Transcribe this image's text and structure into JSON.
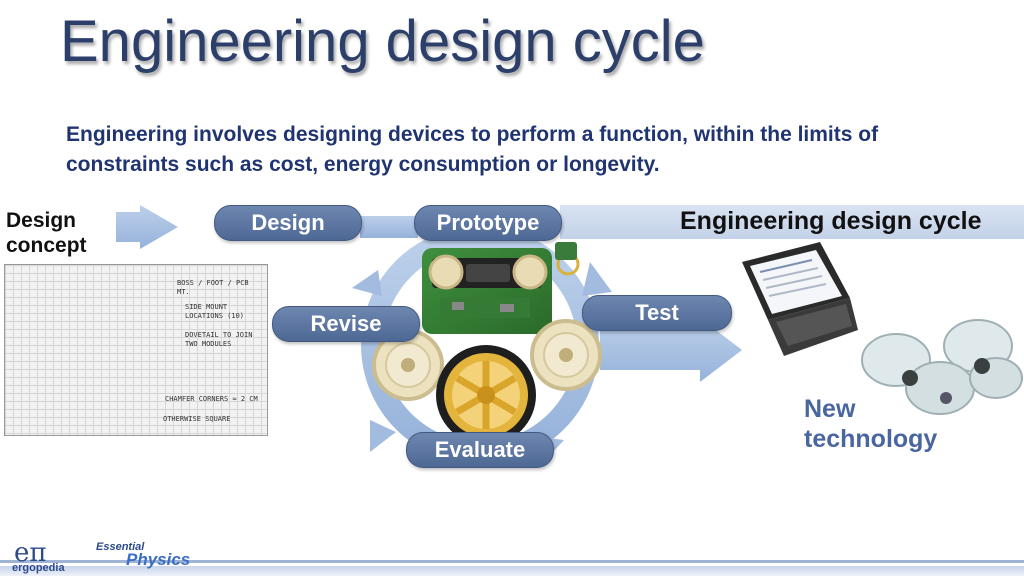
{
  "title": "Engineering design cycle",
  "subtitle": "Engineering involves designing devices to perform a function, within the limits of constraints such as cost, energy consumption or longevity.",
  "design_concept": {
    "line1": "Design",
    "line2": "concept"
  },
  "band_label": "Engineering design cycle",
  "stages": {
    "design": "Design",
    "prototype": "Prototype",
    "test": "Test",
    "evaluate": "Evaluate",
    "revise": "Revise"
  },
  "new_technology": {
    "line1": "New",
    "line2": "technology"
  },
  "sketch_notes": [
    "BOSS / FOOT / PCB MT.",
    "SIDE MOUNT LOCATIONS (10)",
    "DOVETAIL TO JOIN TWO MODULES",
    "CHAMFER CORNERS ≈ 2 CM",
    "OTHERWISE SQUARE"
  ],
  "footer": {
    "symbol": "eπ",
    "brand": "ergopedia",
    "essential": "Essential",
    "physics": "Physics"
  },
  "colors": {
    "title": "#2c3f6b",
    "pill": "#5a73a0",
    "arrow": "#a9c0e0",
    "new_tech": "#4a66a0"
  }
}
